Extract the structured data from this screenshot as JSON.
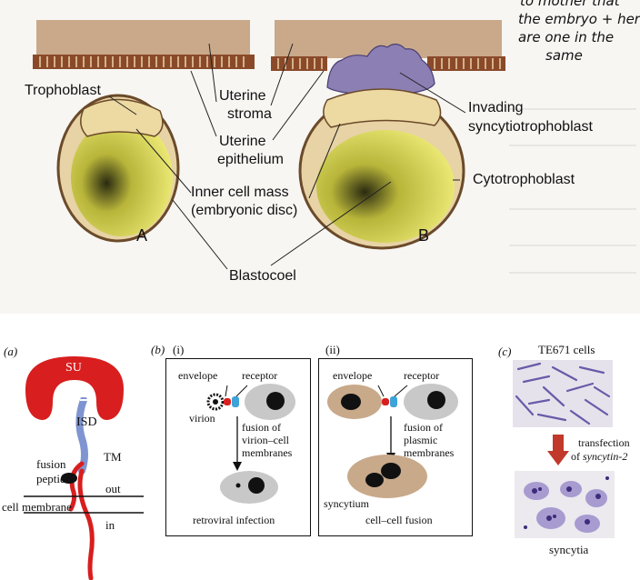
{
  "handwritten_note": [
    "to mother that",
    "the embryo + her",
    "are one in the",
    "same"
  ],
  "top_figure": {
    "labels": {
      "trophoblast": "Trophoblast",
      "uterine_stroma": [
        "Uterine",
        "stroma"
      ],
      "uterine_epithelium": [
        "Uterine",
        "epithelium"
      ],
      "invading": [
        "Invading",
        "syncytiotrophoblast"
      ],
      "cytotrophoblast": "Cytotrophoblast",
      "inner_cell_mass": [
        "Inner cell mass",
        "(embryonic disc)"
      ],
      "blastocoel": "Blastocoel",
      "panel_a": "A",
      "panel_b": "B"
    },
    "colors": {
      "stroma": "#c9a98a",
      "epithelium": "#8a4a2a",
      "yolk": "#e8e56a",
      "invading": "#8c7fb3"
    }
  },
  "bottom_figure": {
    "panel_a": {
      "tag": "(a)",
      "su": "SU",
      "isd": "ISD",
      "tm": "TM",
      "fusion_peptide": [
        "fusion",
        "peptide"
      ],
      "out": "out",
      "in": "in",
      "cell_membrane": "cell membrane",
      "colors": {
        "su": "#d81e1e",
        "isd": "#7f95d1",
        "tm": "#d81e1e"
      }
    },
    "panel_b": {
      "tag": "(b)",
      "box_i": {
        "num": "(i)",
        "envelope": "envelope",
        "receptor": "receptor",
        "virion": "virion",
        "fusion_text": [
          "fusion of",
          "virion–cell",
          "membranes"
        ],
        "caption": "retroviral infection"
      },
      "box_ii": {
        "num": "(ii)",
        "envelope": "envelope",
        "receptor": "receptor",
        "fusion_text": [
          "fusion of",
          "plasmic",
          "membranes"
        ],
        "syncytium": "syncytium",
        "caption": "cell–cell fusion"
      }
    },
    "panel_c": {
      "tag": "(c)",
      "title": "TE671 cells",
      "transfection": "transfection",
      "of_word": "of ",
      "gene": "syncytin-2",
      "caption": "syncytia",
      "arrow_color": "#c0392b"
    }
  }
}
